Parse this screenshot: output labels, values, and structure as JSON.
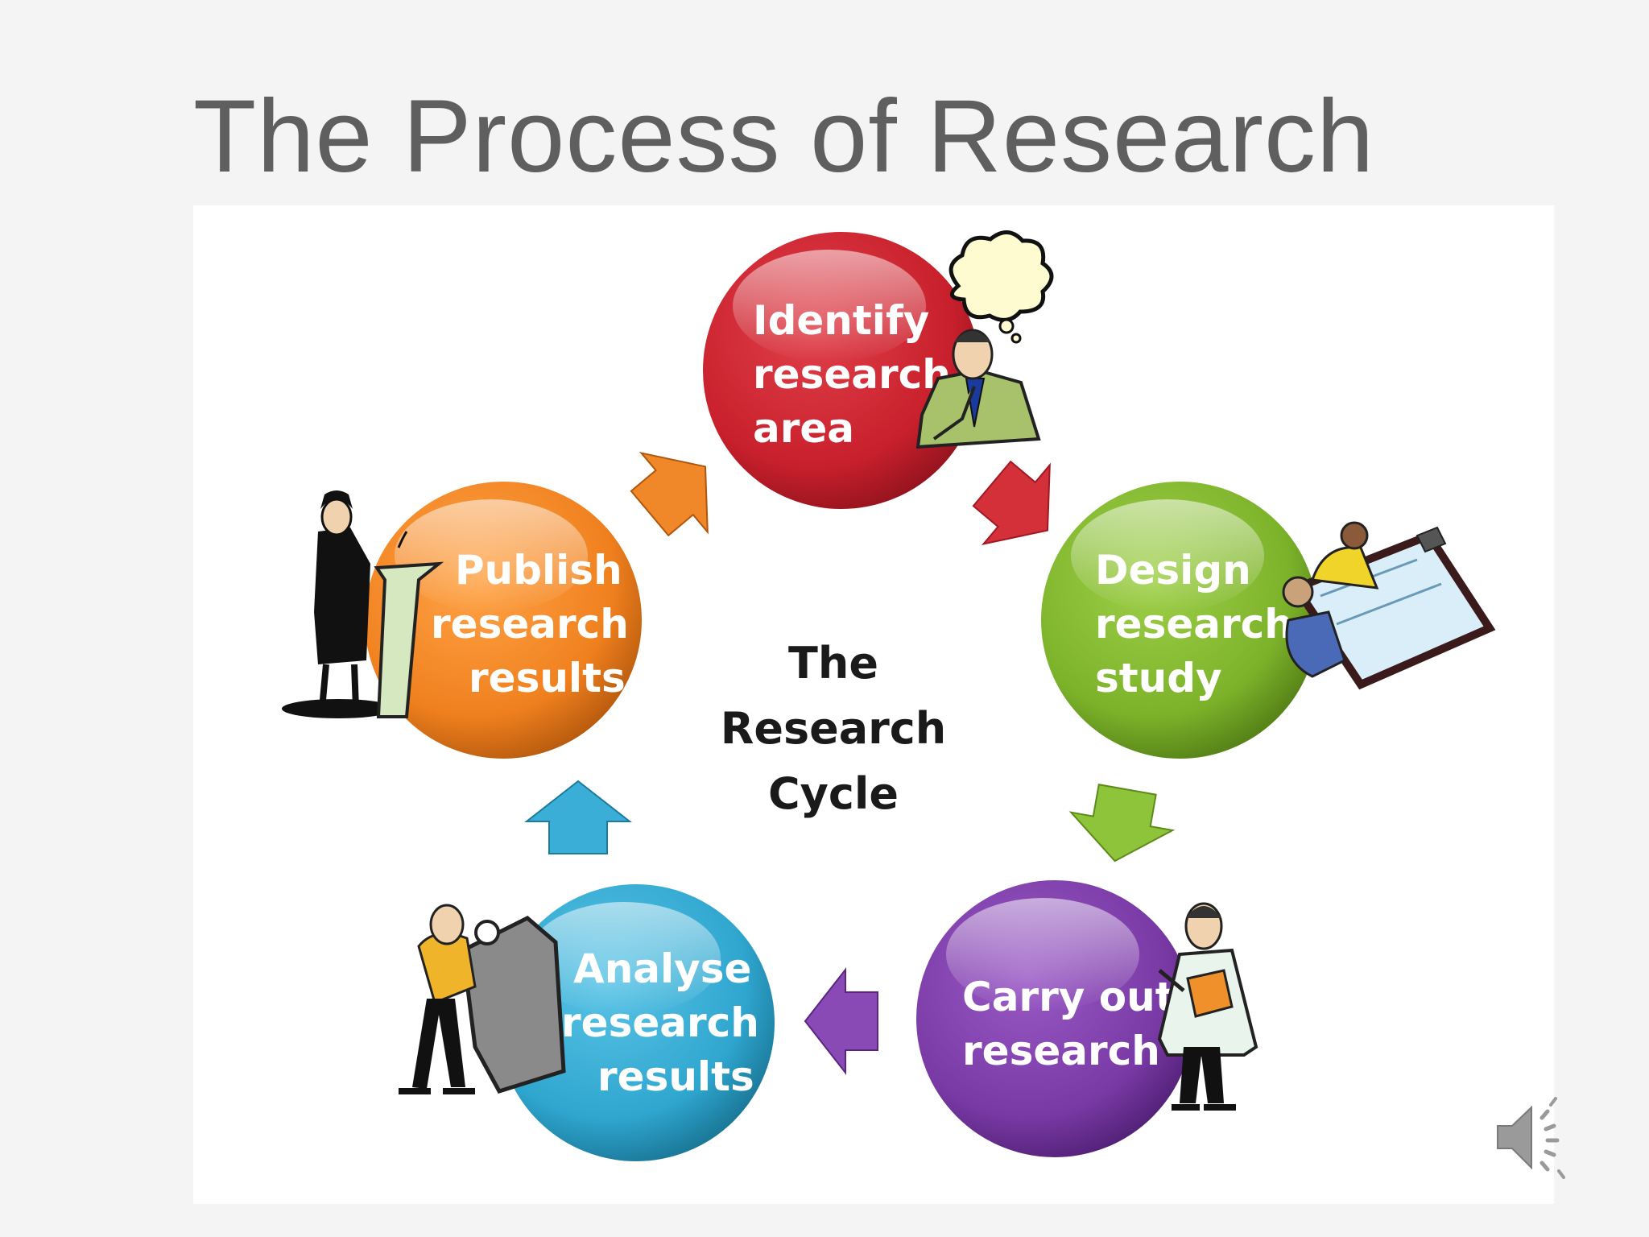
{
  "slide": {
    "title": "The Process of Research"
  },
  "diagram": {
    "center": {
      "lines": [
        "The",
        "Research",
        "Cycle"
      ]
    },
    "stages": [
      {
        "id": "identify",
        "lines": [
          "Identify",
          "research",
          "area"
        ],
        "color": "#c8202c",
        "figure": "thinking-man-icon"
      },
      {
        "id": "design",
        "lines": [
          "Design",
          "research",
          "study"
        ],
        "color": "#7cb22a",
        "figure": "planning-team-icon"
      },
      {
        "id": "carry-out",
        "lines": [
          "Carry out",
          "research"
        ],
        "color": "#7a3aa6",
        "figure": "scientist-clipboard-icon"
      },
      {
        "id": "analyse",
        "lines": [
          "Analyse",
          "research",
          "results"
        ],
        "color": "#2fa6cf",
        "figure": "analyst-magnifier-icon"
      },
      {
        "id": "publish",
        "lines": [
          "Publish",
          "research",
          "results"
        ],
        "color": "#f0801e",
        "figure": "speaker-podium-icon"
      }
    ]
  },
  "controls": {
    "audio_icon": "speaker-volume-icon"
  }
}
